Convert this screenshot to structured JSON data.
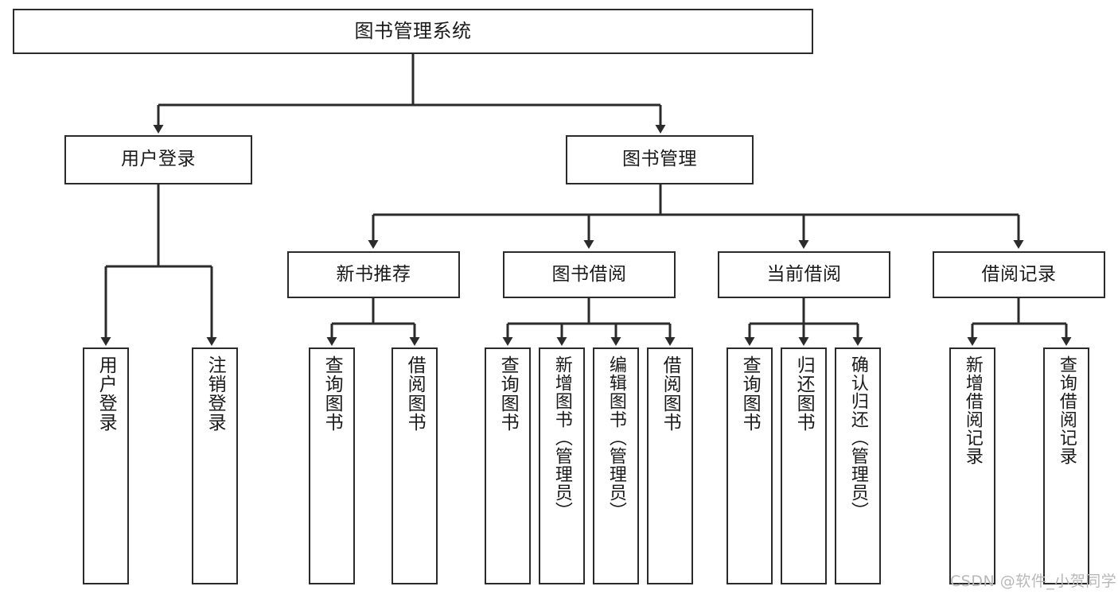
{
  "diagram": {
    "type": "tree-hierarchy",
    "title": "图书管理系统",
    "root": {
      "id": "root",
      "label": "图书管理系统"
    },
    "level2": [
      {
        "id": "user-login",
        "label": "用户登录"
      },
      {
        "id": "book-management",
        "label": "图书管理"
      }
    ],
    "level3": [
      {
        "id": "new-book-recommend",
        "label": "新书推荐",
        "parent": "book-management"
      },
      {
        "id": "book-borrow",
        "label": "图书借阅",
        "parent": "book-management"
      },
      {
        "id": "current-borrow",
        "label": "当前借阅",
        "parent": "book-management"
      },
      {
        "id": "borrow-record",
        "label": "借阅记录",
        "parent": "book-management"
      }
    ],
    "leaves": {
      "user_login": [
        {
          "id": "leaf-user-login",
          "label": "用户登录"
        },
        {
          "id": "leaf-user-logout",
          "label": "注销登录"
        }
      ],
      "new_book_recommend": [
        {
          "id": "leaf-query-book-1",
          "label": "查询图书"
        },
        {
          "id": "leaf-borrow-book-1",
          "label": "借阅图书"
        }
      ],
      "book_borrow": [
        {
          "id": "leaf-query-book-2",
          "label": "查询图书"
        },
        {
          "id": "leaf-add-book",
          "label": "新增图书（管理员）"
        },
        {
          "id": "leaf-edit-book",
          "label": "编辑图书（管理员）"
        },
        {
          "id": "leaf-borrow-book-2",
          "label": "借阅图书"
        }
      ],
      "current_borrow": [
        {
          "id": "leaf-query-book-3",
          "label": "查询图书"
        },
        {
          "id": "leaf-return-book",
          "label": "归还图书"
        },
        {
          "id": "leaf-confirm-return",
          "label": "确认归还（管理员）"
        }
      ],
      "borrow_record": [
        {
          "id": "leaf-add-record",
          "label": "新增借阅记录"
        },
        {
          "id": "leaf-query-record",
          "label": "查询借阅记录"
        }
      ]
    },
    "watermark": "CSDN @软件_小贺同学",
    "colors": {
      "stroke": "#2b2b2b",
      "fill": "#ffffff",
      "text": "#1a1a1a",
      "watermark": "#b8b8b8"
    }
  }
}
